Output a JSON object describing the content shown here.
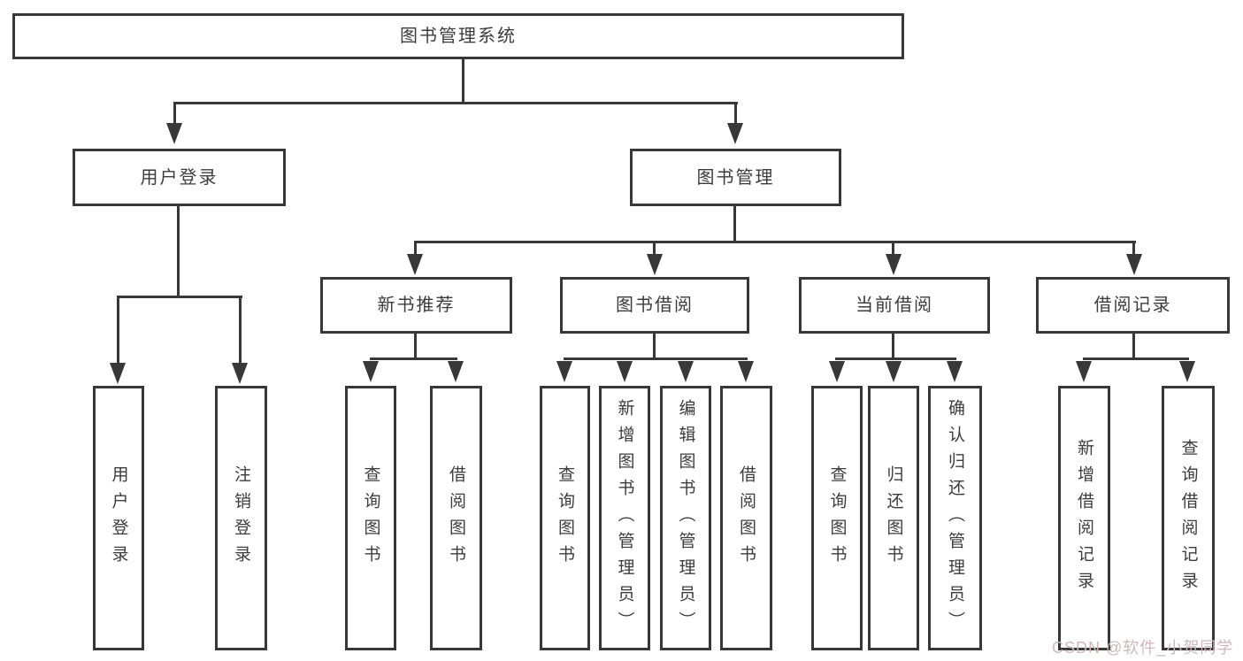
{
  "diagram": {
    "title": "图书管理系统",
    "nodes": [
      {
        "id": "root",
        "label": "图书管理系统",
        "level": 1,
        "orientation": "horizontal"
      },
      {
        "id": "user-login",
        "label": "用户登录",
        "level": 2,
        "orientation": "horizontal"
      },
      {
        "id": "book-mgmt",
        "label": "图书管理",
        "level": 2,
        "orientation": "horizontal"
      },
      {
        "id": "new-book-rec",
        "label": "新书推荐",
        "level": 3,
        "orientation": "horizontal"
      },
      {
        "id": "book-borrow",
        "label": "图书借阅",
        "level": 3,
        "orientation": "horizontal"
      },
      {
        "id": "current-borrow",
        "label": "当前借阅",
        "level": 3,
        "orientation": "horizontal"
      },
      {
        "id": "borrow-record",
        "label": "借阅记录",
        "level": 3,
        "orientation": "horizontal"
      },
      {
        "id": "leaf-user-login",
        "label": "用户登录",
        "level": 4,
        "orientation": "vertical"
      },
      {
        "id": "leaf-logout",
        "label": "注销登录",
        "level": 4,
        "orientation": "vertical"
      },
      {
        "id": "leaf-nbr-query",
        "label": "查询图书",
        "level": 4,
        "orientation": "vertical"
      },
      {
        "id": "leaf-nbr-borrow",
        "label": "借阅图书",
        "level": 4,
        "orientation": "vertical"
      },
      {
        "id": "leaf-bb-query",
        "label": "查询图书",
        "level": 4,
        "orientation": "vertical"
      },
      {
        "id": "leaf-bb-add",
        "label": "新增图书（管理员）",
        "level": 4,
        "orientation": "vertical"
      },
      {
        "id": "leaf-bb-edit",
        "label": "编辑图书（管理员）",
        "level": 4,
        "orientation": "vertical"
      },
      {
        "id": "leaf-bb-borrow",
        "label": "借阅图书",
        "level": 4,
        "orientation": "vertical"
      },
      {
        "id": "leaf-cb-query",
        "label": "查询图书",
        "level": 4,
        "orientation": "vertical"
      },
      {
        "id": "leaf-cb-return",
        "label": "归还图书",
        "level": 4,
        "orientation": "vertical"
      },
      {
        "id": "leaf-cb-confirm",
        "label": "确认归还（管理员）",
        "level": 4,
        "orientation": "vertical"
      },
      {
        "id": "leaf-br-add",
        "label": "新增借阅记录",
        "level": 4,
        "orientation": "vertical"
      },
      {
        "id": "leaf-br-query",
        "label": "查询借阅记录",
        "level": 4,
        "orientation": "vertical"
      }
    ],
    "edges": [
      [
        "root",
        "user-login"
      ],
      [
        "root",
        "book-mgmt"
      ],
      [
        "user-login",
        "leaf-user-login"
      ],
      [
        "user-login",
        "leaf-logout"
      ],
      [
        "book-mgmt",
        "new-book-rec"
      ],
      [
        "book-mgmt",
        "book-borrow"
      ],
      [
        "book-mgmt",
        "current-borrow"
      ],
      [
        "book-mgmt",
        "borrow-record"
      ],
      [
        "new-book-rec",
        "leaf-nbr-query"
      ],
      [
        "new-book-rec",
        "leaf-nbr-borrow"
      ],
      [
        "book-borrow",
        "leaf-bb-query"
      ],
      [
        "book-borrow",
        "leaf-bb-add"
      ],
      [
        "book-borrow",
        "leaf-bb-edit"
      ],
      [
        "book-borrow",
        "leaf-bb-borrow"
      ],
      [
        "current-borrow",
        "leaf-cb-query"
      ],
      [
        "current-borrow",
        "leaf-cb-return"
      ],
      [
        "current-borrow",
        "leaf-cb-confirm"
      ],
      [
        "borrow-record",
        "leaf-br-add"
      ],
      [
        "borrow-record",
        "leaf-br-query"
      ]
    ]
  },
  "watermark": {
    "text": "CSDN @软件_小贺同学",
    "color": "#cfb8b8"
  },
  "colors": {
    "line": "#383838",
    "box_border": "#383838",
    "box_fill": "#ffffff",
    "text": "#3c3c3c",
    "background": "#ffffff"
  }
}
